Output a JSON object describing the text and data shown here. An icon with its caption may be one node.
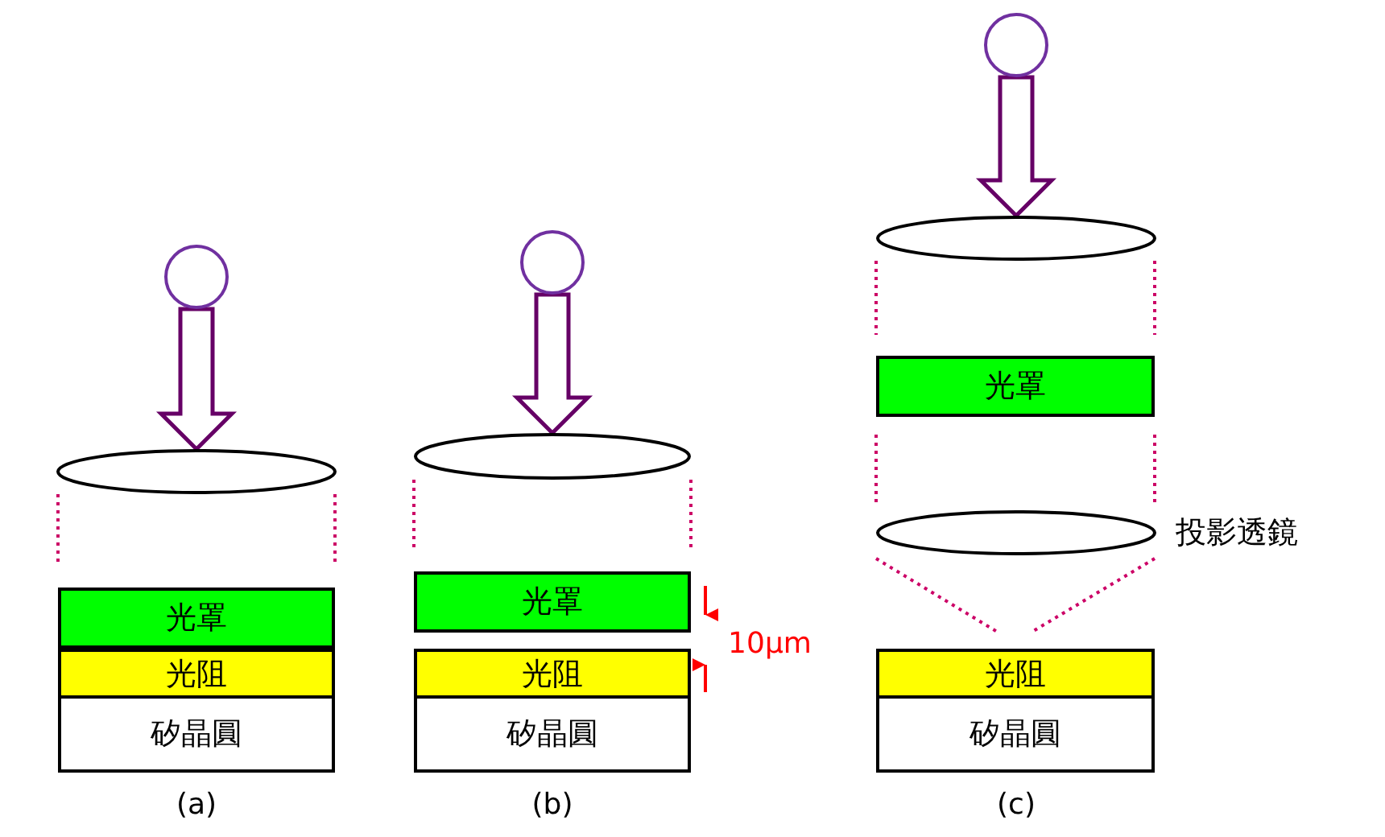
{
  "diagram": {
    "nodes": [
      {
        "text": [],
        "shape": "circle"
      },
      {
        "text": [],
        "shape": "ellipse"
      },
      {
        "text": [
          "光罩"
        ]
      },
      {
        "text": [
          "光阻"
        ]
      },
      {
        "text": [
          "矽晶圓"
        ]
      },
      {
        "text": [],
        "shape": "circle"
      },
      {
        "text": [],
        "shape": "ellipse"
      },
      {
        "text": [
          "光罩"
        ]
      },
      {
        "text": [
          "光阻"
        ]
      },
      {
        "text": [
          "矽晶圓"
        ]
      },
      {
        "text": [],
        "shape": "circle"
      },
      {
        "text": [],
        "shape": "ellipse"
      },
      {
        "text": [
          "光罩"
        ]
      },
      {
        "text": [],
        "shape": "ellipse",
        "beside": [
          "投影透鏡"
        ]
      },
      {
        "text": [
          "光阻"
        ]
      },
      {
        "text": [
          "矽晶圓"
        ]
      }
    ],
    "edges": [
      {
        "from": 0,
        "to": 1,
        "arrow": "to"
      },
      {
        "from": 5,
        "to": 6,
        "arrow": "to"
      },
      {
        "from": 10,
        "to": 11,
        "arrow": "to"
      }
    ],
    "labels": [
      "10μm",
      "(a)",
      "(b)",
      "(c)"
    ]
  }
}
